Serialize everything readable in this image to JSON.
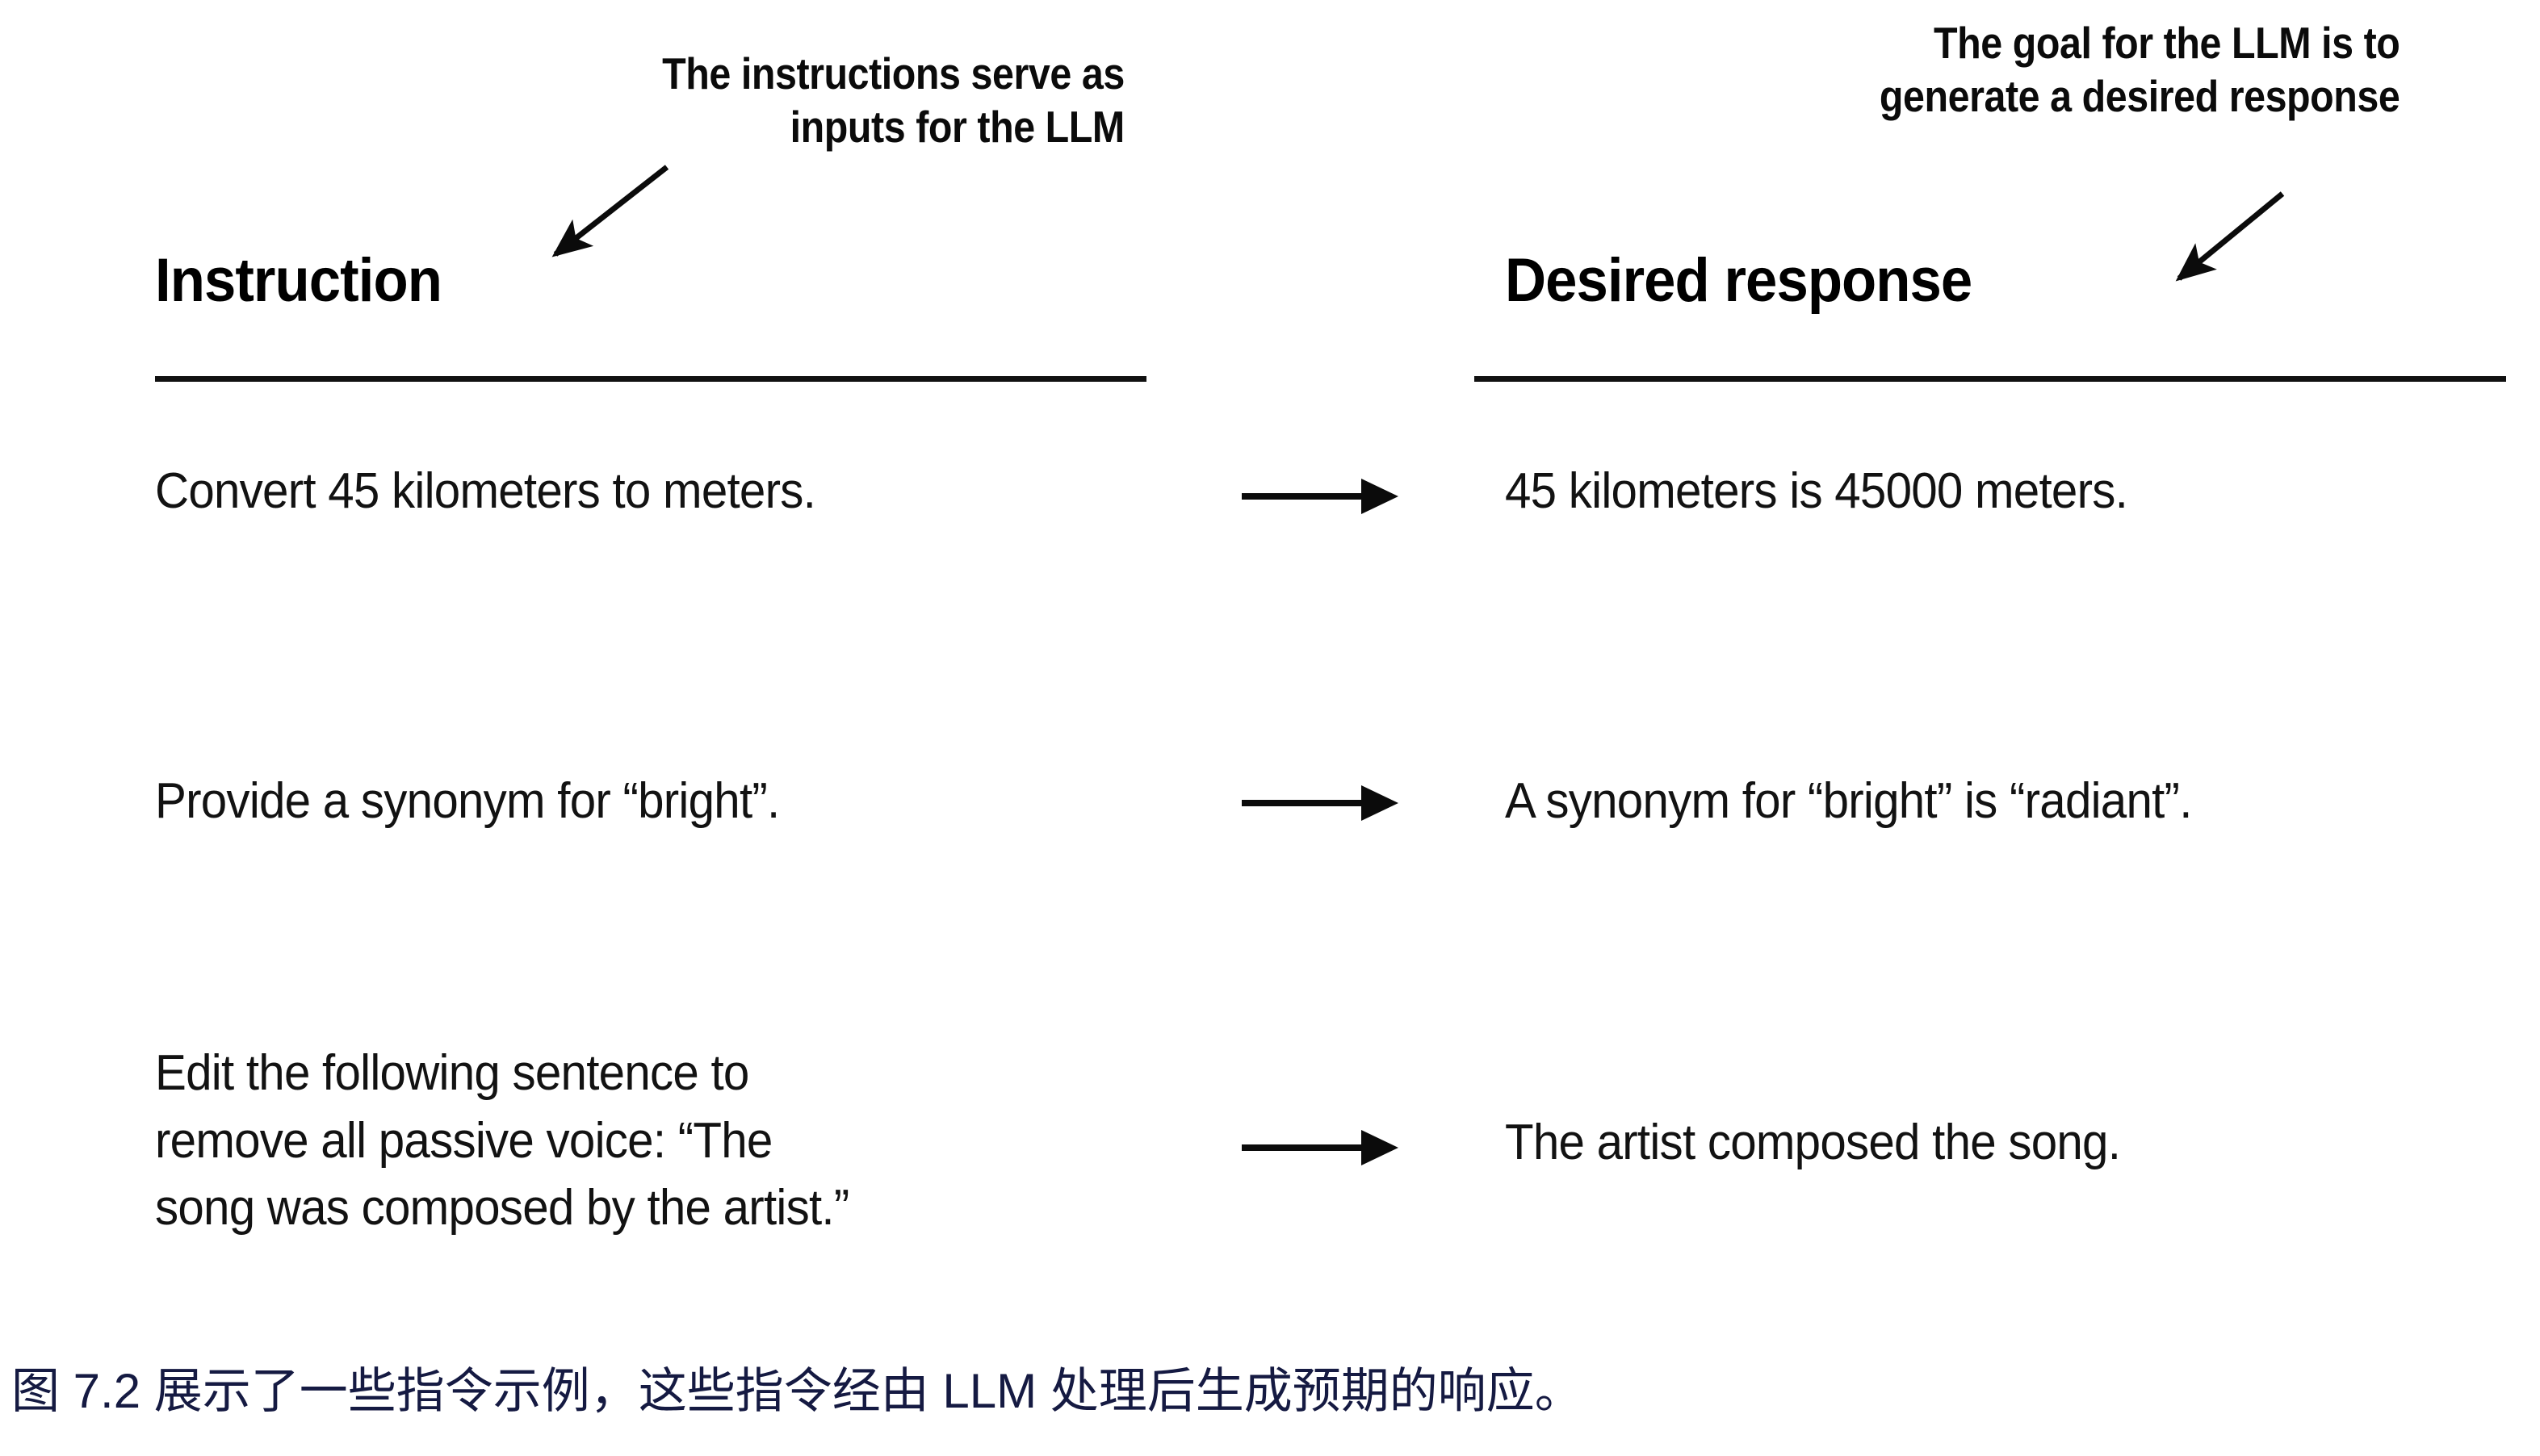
{
  "figure": {
    "background_color": "#ffffff",
    "text_color": "#121212",
    "caption_color": "#151a42"
  },
  "annotations": {
    "left": {
      "line1": "The instructions serve as",
      "line2": "inputs for the LLM",
      "arrow_icon": "arrow-down-left-icon"
    },
    "right": {
      "line1": "The goal for the LLM is to",
      "line2": "generate a desired response",
      "arrow_icon": "arrow-down-left-icon"
    }
  },
  "columns": {
    "instruction_heading": "Instruction",
    "response_heading": "Desired response"
  },
  "rows": [
    {
      "instruction": "Convert 45 kilometers to meters.",
      "arrow_icon": "arrow-right-icon",
      "response": "45 kilometers is 45000 meters."
    },
    {
      "instruction": "Provide a synonym for “bright”.",
      "arrow_icon": "arrow-right-icon",
      "response": "A synonym for “bright” is “radiant”."
    },
    {
      "instruction": "Edit the following sentence to\nremove all passive voice: “The\nsong was composed by the artist.”",
      "arrow_icon": "arrow-right-icon",
      "response": "The artist composed the song."
    }
  ],
  "caption": {
    "text": "图 7.2 展示了一些指令示例，这些指令经由 LLM 处理后生成预期的响应。"
  }
}
